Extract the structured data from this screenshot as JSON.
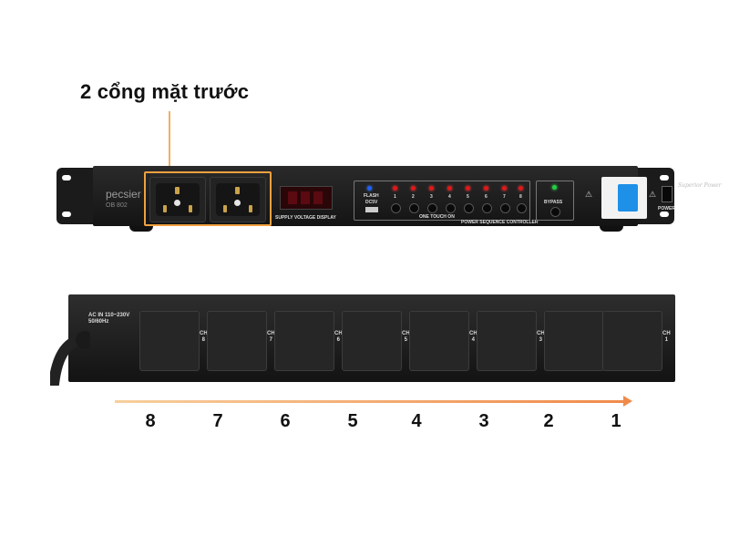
{
  "caption": "2 cổng mặt trước",
  "front_panel": {
    "brand": "pecsier",
    "model": "OB 802",
    "display_label": "SUPPLY VOLTAGE DISPLAY",
    "flash_label": "FLASH",
    "dc_label": "DC5V",
    "one_touch_label": "ONE TOUCH ON",
    "controller_label": "POWER SEQUENCE CONTROLLER",
    "channel_numbers": [
      "1",
      "2",
      "3",
      "4",
      "5",
      "6",
      "7",
      "8"
    ],
    "bypass_label": "BYPASS",
    "power_label": "POWER",
    "signature": "Superior Power"
  },
  "rear_panel": {
    "ac_label_line1": "AC IN 110~230V",
    "ac_label_line2": "50/60Hz",
    "channels": [
      {
        "prefix": "CH",
        "number": "8"
      },
      {
        "prefix": "CH",
        "number": "7"
      },
      {
        "prefix": "CH",
        "number": "6"
      },
      {
        "prefix": "CH",
        "number": "5"
      },
      {
        "prefix": "CH",
        "number": "4"
      },
      {
        "prefix": "CH",
        "number": "3"
      },
      {
        "prefix": "CH",
        "number": "2"
      },
      {
        "prefix": "CH",
        "number": "1"
      }
    ]
  },
  "order_numbers": [
    "8",
    "7",
    "6",
    "5",
    "4",
    "3",
    "2",
    "1"
  ],
  "colors": {
    "highlight": "#f0a040",
    "arrow_start": "#f7cf9e",
    "arrow_end": "#f08a4a"
  }
}
